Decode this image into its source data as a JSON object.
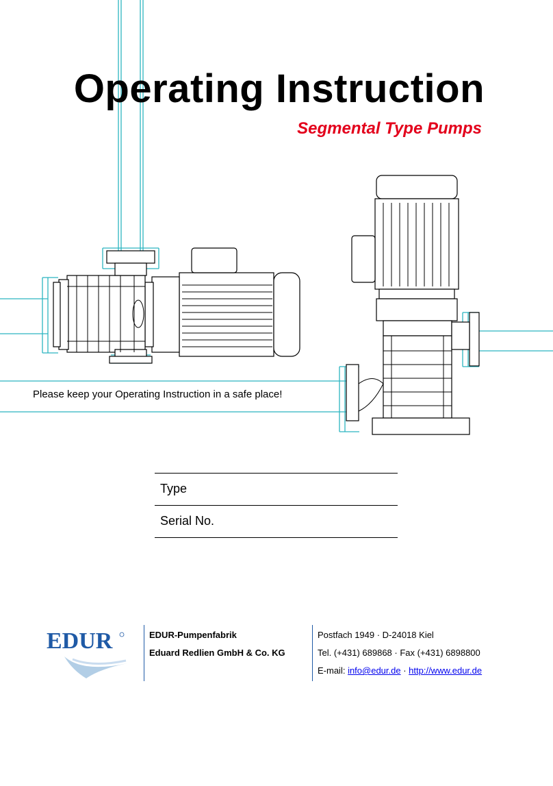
{
  "document": {
    "title": "Operating Instruction",
    "subtitle": "Segmental Type Pumps",
    "safe_note": "Please keep your Operating Instruction in a safe place!"
  },
  "fields": [
    {
      "label": "Type"
    },
    {
      "label": "Serial No."
    }
  ],
  "footer": {
    "logo_text": "EDUR",
    "company_line1": "EDUR-Pumpenfabrik",
    "company_line2": "Eduard Redlien GmbH & Co. KG",
    "address": "Postfach 1949 · D-24018 Kiel",
    "phone_fax": "Tel. (+431) 689868 · Fax (+431) 6898800",
    "email_label": "E-mail: ",
    "email": "info@edur.de",
    "separator": " · ",
    "website": "http://www.edur.de"
  },
  "colors": {
    "pipe_line": "#2bb5c0",
    "title_red": "#e3001b",
    "logo_blue": "#1f5aa6",
    "link_blue": "#0000ee"
  },
  "icons": [
    "horizontal-pump-drawing",
    "vertical-pump-drawing",
    "edur-logo"
  ]
}
